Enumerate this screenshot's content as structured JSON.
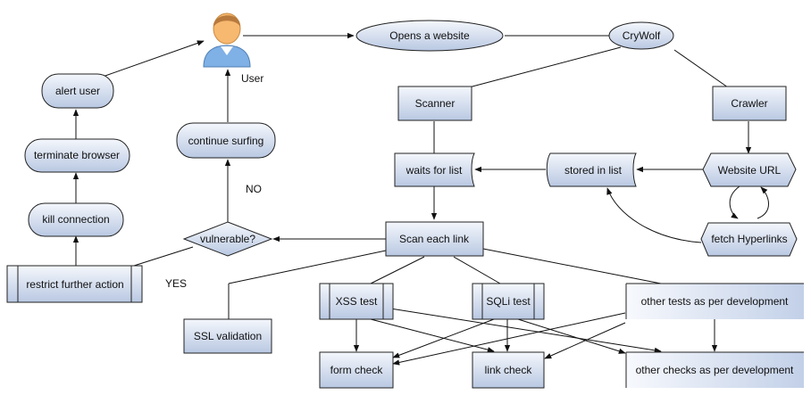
{
  "nodes": {
    "user": "User",
    "opens_website": "Opens a website",
    "crywolf": "CryWolf",
    "scanner": "Scanner",
    "crawler": "Crawler",
    "waits_for_list": "waits for list",
    "stored_in_list": "stored in list",
    "website_url": "Website URL",
    "fetch_hyperlinks": "fetch Hyperlinks",
    "scan_each_link": "Scan each link",
    "vulnerable": "vulnerable?",
    "continue_surfing": "continue surfing",
    "alert_user": "alert user",
    "terminate_browser": "terminate browser",
    "kill_connection": "kill connection",
    "restrict_further_action": "restrict further action",
    "ssl_validation": "SSL validation",
    "xss_test": "XSS test",
    "sqli_test": "SQLi test",
    "other_tests": "other tests as per development",
    "form_check": "form check",
    "link_check": "link check",
    "other_checks": "other checks as per development"
  },
  "labels": {
    "no": "NO",
    "yes": "YES"
  },
  "colors": {
    "fill_top": "#f4f7fc",
    "fill_bottom": "#b9c8e2",
    "stroke": "#222222",
    "user_skin": "#f7b870",
    "user_hair": "#b87a3c",
    "user_shirt": "#7fb0e6"
  }
}
